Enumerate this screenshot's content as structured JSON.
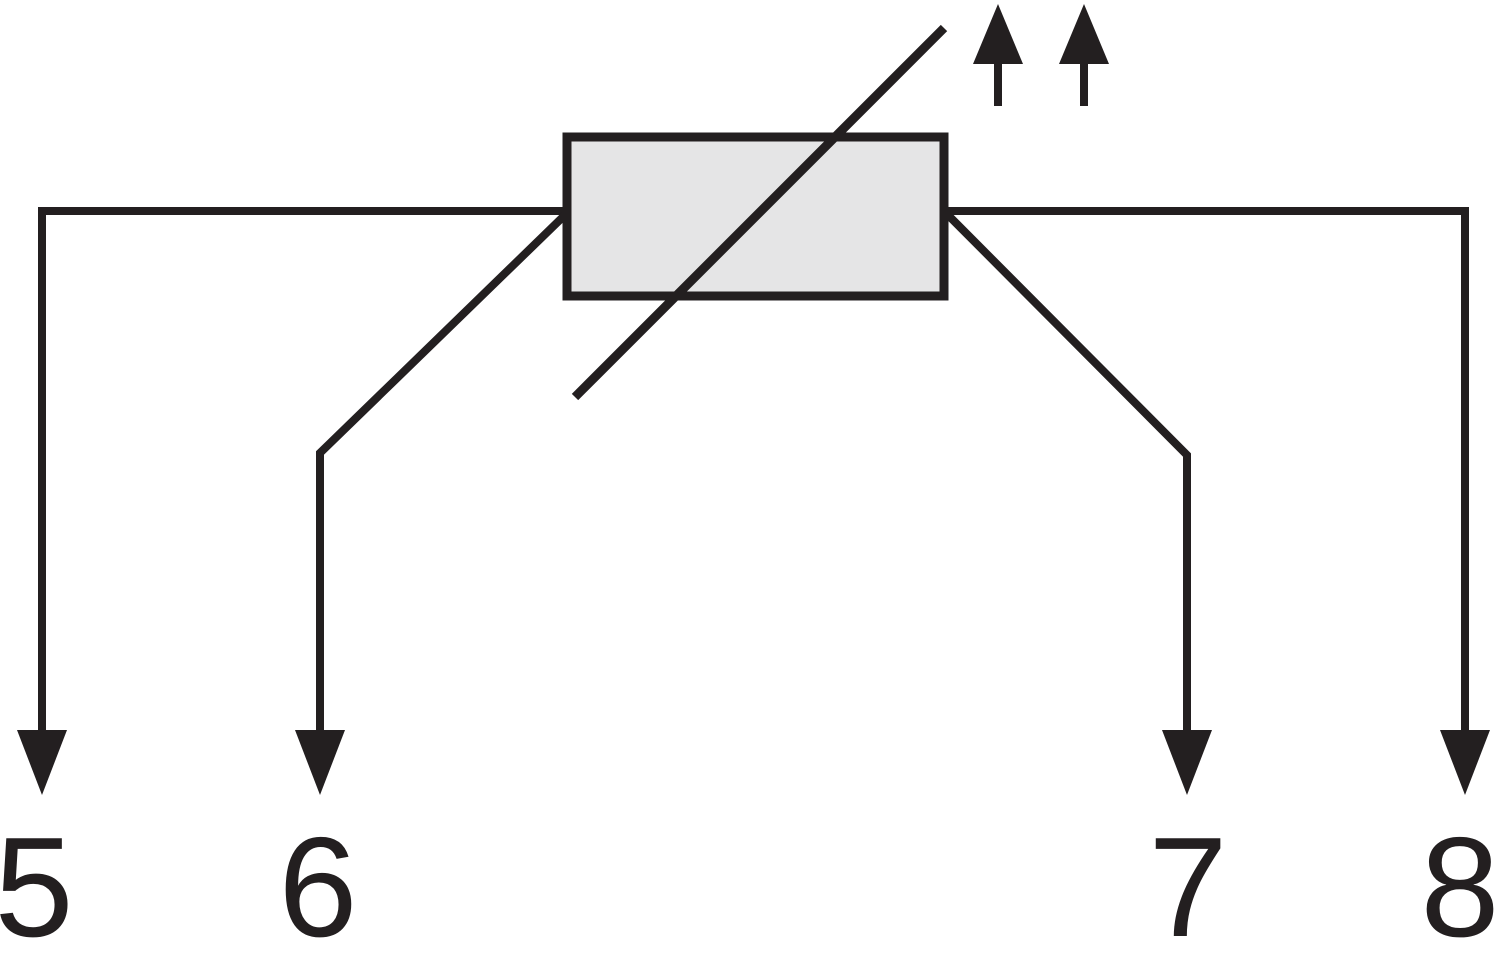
{
  "diagram": {
    "type": "circuit-schematic",
    "component": "variable-resistor-with-upward-arrows",
    "pins": [
      {
        "id": "pin5",
        "label": "5"
      },
      {
        "id": "pin6",
        "label": "6"
      },
      {
        "id": "pin7",
        "label": "7"
      },
      {
        "id": "pin8",
        "label": "8"
      }
    ],
    "colors": {
      "stroke": "#231f20",
      "fill": "#e5e5e6",
      "background": "#ffffff"
    }
  }
}
